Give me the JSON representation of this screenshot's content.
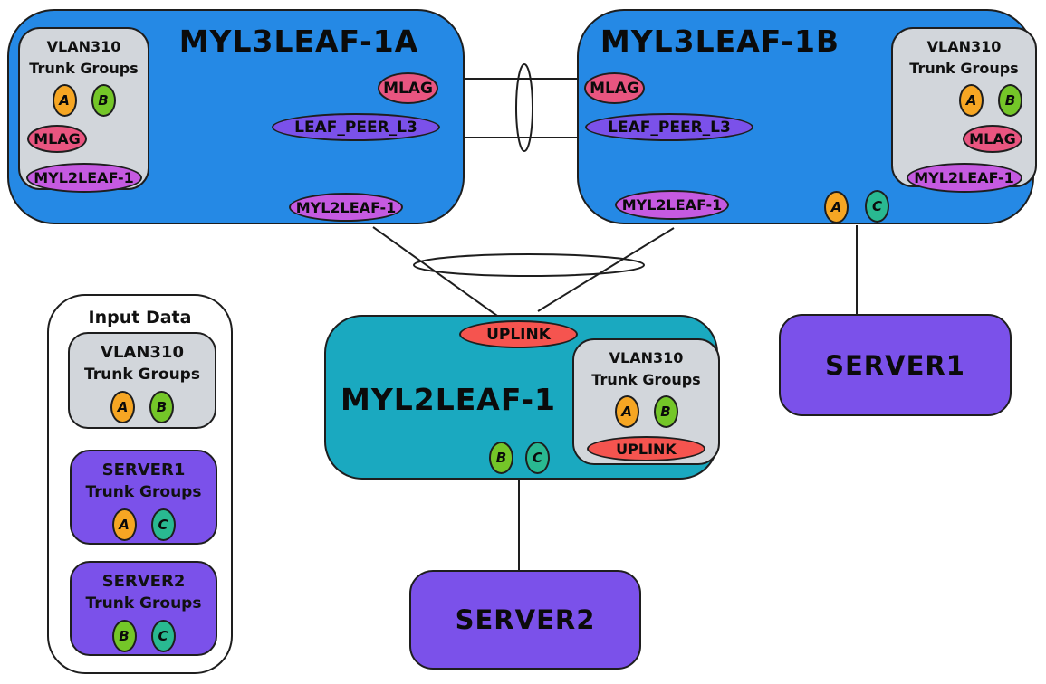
{
  "colors": {
    "blue": "#2589e5",
    "teal": "#1aa9c0",
    "violet": "#7b51ea",
    "pink": "#e95580",
    "magenta": "#c55ae1",
    "red": "#f5544f",
    "orange": "#f6a623",
    "green": "#74c628",
    "teal-badge": "#29b991",
    "gray": "#d2d6db",
    "stroke": "#1e1e1e"
  },
  "nodes": {
    "leaf1a": {
      "title": "MYL3LEAF-1A",
      "pill_mlag": "MLAG",
      "pill_leaf_peer": "LEAF_PEER_L3",
      "pill_myl2leaf": "MYL2LEAF-1",
      "panel": {
        "vlan": "VLAN310",
        "trunk": "Trunk Groups",
        "badge_a": "A",
        "badge_b": "B",
        "pill_mlag": "MLAG",
        "pill_myl2leaf": "MYL2LEAF-1"
      }
    },
    "leaf1b": {
      "title": "MYL3LEAF-1B",
      "pill_mlag": "MLAG",
      "pill_leaf_peer": "LEAF_PEER_L3",
      "pill_myl2leaf": "MYL2LEAF-1",
      "badge_a": "A",
      "badge_c": "C",
      "panel": {
        "vlan": "VLAN310",
        "trunk": "Trunk Groups",
        "badge_a": "A",
        "badge_b": "B",
        "pill_mlag": "MLAG",
        "pill_myl2leaf": "MYL2LEAF-1"
      }
    },
    "leaf2": {
      "title": "MYL2LEAF-1",
      "pill_uplink": "UPLINK",
      "badge_b": "B",
      "badge_c": "C",
      "panel": {
        "vlan": "VLAN310",
        "trunk": "Trunk Groups",
        "badge_a": "A",
        "badge_b": "B",
        "pill_uplink": "UPLINK"
      }
    },
    "server1": {
      "title": "SERVER1"
    },
    "server2": {
      "title": "SERVER2"
    }
  },
  "input_panel": {
    "title": "Input Data",
    "vlan_card": {
      "title": "VLAN310",
      "subtitle": "Trunk Groups",
      "badge_a": "A",
      "badge_b": "B"
    },
    "server1_card": {
      "title": "SERVER1",
      "subtitle": "Trunk Groups",
      "badge_a": "A",
      "badge_c": "C"
    },
    "server2_card": {
      "title": "SERVER2",
      "subtitle": "Trunk Groups",
      "badge_b": "B",
      "badge_c": "C"
    }
  }
}
